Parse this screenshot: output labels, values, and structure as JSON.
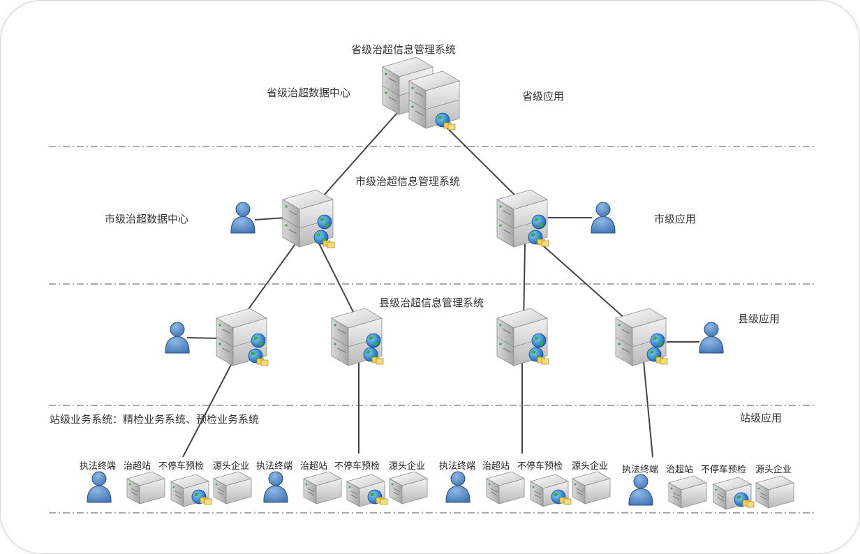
{
  "province": {
    "system": "省级治超信息管理系统",
    "datacenter": "省级治超数据中心",
    "app": "省级应用"
  },
  "city": {
    "system": "市级治超信息管理系统",
    "datacenter": "市级治超数据中心",
    "app": "市级应用"
  },
  "county": {
    "system": "县级治超信息管理系统",
    "app": "县级应用"
  },
  "station": {
    "system": "站级业务系统：精检业务系统、预检业务系统",
    "app": "站级应用"
  },
  "groups": [
    {
      "items": [
        "执法终端",
        "治超站",
        "不停车预检",
        "源头企业"
      ]
    },
    {
      "items": [
        "执法终端",
        "治超站",
        "不停车预检",
        "源头企业"
      ]
    },
    {
      "items": [
        "执法终端",
        "治超站",
        "不停车预检",
        "源头企业"
      ]
    },
    {
      "items": [
        "执法终端",
        "治超站",
        "不停车预检",
        "源头企业"
      ]
    }
  ],
  "colors": {
    "server_body": "#dcdcdc",
    "person": "#5b8fc7",
    "line": "#444444",
    "dash": "#555555"
  }
}
